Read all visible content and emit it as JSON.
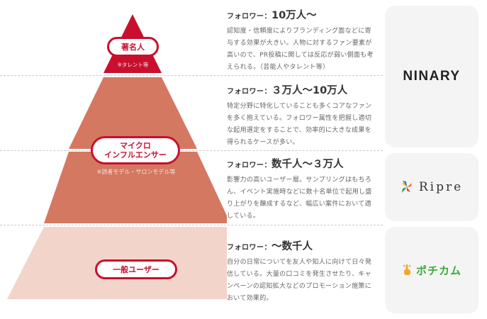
{
  "pyramid": {
    "colors": {
      "tier1": "#c8102e",
      "tier2": "#d47862",
      "tier3": "#d47862",
      "tier4": "#f2d4ca",
      "pill_border": "#c8102e"
    },
    "tiers": [
      {
        "label": "著名人",
        "sublabel": "※タレント等"
      },
      {
        "label_line1": "マイクロ",
        "label_line2": "インフルエンサー",
        "sublabel": "※読者モデル・サロンモデル等"
      },
      {
        "label": "一般ユーザー"
      }
    ]
  },
  "descriptions": [
    {
      "prefix": "フォロワー：",
      "count": "10万人〜",
      "text": "認知度・信頼度によりブランディング面などに寄与する効果が大きい。人物に対するファン要素が高いので、PR投稿に関しては反応が弱い側面も考えられる。（芸能人やタレント等）"
    },
    {
      "prefix": "フォロワー：",
      "count": "３万人〜10万人",
      "text": "特定分野に特化していることも多くコアなファンを多く抱えている。フォロワー属性を把握し適切な起用選定をすることで、効率的に大きな成果を得られるケースが多い。"
    },
    {
      "prefix": "フォロワー：",
      "count": "数千人〜３万人",
      "text": "影響力の高いユーザー層。サンプリングはもちろん、イベント実施時などに数十名単位で起用し盛り上がりを醸成するなど、幅広い案件において適している。"
    },
    {
      "prefix": "フォロワー：",
      "count": "〜数千人",
      "text": "自分の日常についてを友人や知人に向けて日々発信している。大量の口コミを発生させたり、キャンペーンの認知拡大などのプロモーション施策において効果的。"
    }
  ],
  "logos": {
    "ninary": "NINARY",
    "ripre": "Ripre",
    "pochikamu": "ポチカム"
  }
}
